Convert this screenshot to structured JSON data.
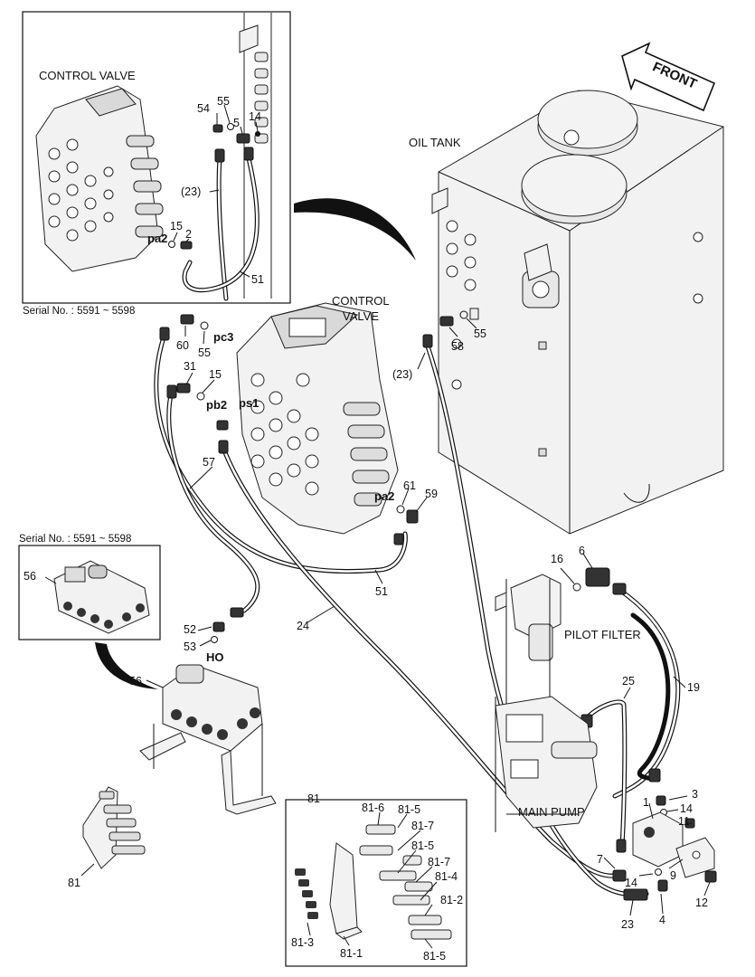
{
  "labels": {
    "control_valve_inset": "CONTROL VALVE",
    "serial_top": "Serial No. : 5591 ~ 5598",
    "serial_mid": "Serial No. : 5591 ~ 5598",
    "oil_tank": "OIL TANK",
    "control_valve_1": "CONTROL",
    "control_valve_2": "VALVE",
    "front": "FRONT",
    "pilot_filter": "PILOT FILTER",
    "main_pump": "MAIN PUMP"
  },
  "ports": {
    "pa2_inset": "pa2",
    "pc3": "pc3",
    "pb2": "pb2",
    "ps1": "ps1",
    "pa2": "pa2",
    "ho": "HO"
  },
  "callouts": {
    "n54": "54",
    "n55a": "55",
    "n5": "5",
    "n14a": "14",
    "n23a": "(23)",
    "n15a": "15",
    "n2": "2",
    "n51a": "51",
    "n60": "60",
    "n55b": "55",
    "n31": "31",
    "n15b": "15",
    "n57": "57",
    "n58": "58",
    "n55c": "55",
    "n23b": "(23)",
    "n61": "61",
    "n59": "59",
    "n51b": "51",
    "n24": "24",
    "n16": "16",
    "n6": "6",
    "n56a": "56",
    "n52": "52",
    "n53": "53",
    "n56b": "56",
    "n25": "25",
    "n19": "19",
    "n3": "3",
    "n1": "1",
    "n14b": "14",
    "n11": "11",
    "n7": "7",
    "n14c": "14",
    "n9": "9",
    "n23c": "23",
    "n4": "4",
    "n12": "12",
    "n81a": "81",
    "n81b": "81",
    "n81_6": "81-6",
    "n81_5a": "81-5",
    "n81_7a": "81-7",
    "n81_5b": "81-5",
    "n81_7b": "81-7",
    "n81_4": "81-4",
    "n81_2": "81-2",
    "n81_3": "81-3",
    "n81_1": "81-1",
    "n81_5c": "81-5"
  }
}
